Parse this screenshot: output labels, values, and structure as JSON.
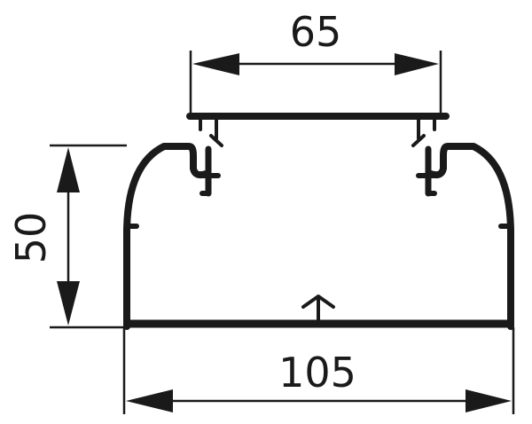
{
  "drawing": {
    "subject": "cable trunking cross-section",
    "stroke_color": "#1a1a1a",
    "background": "#ffffff"
  },
  "dimensions": {
    "top_width": {
      "label": "65",
      "orientation": "horizontal"
    },
    "height": {
      "label": "50",
      "orientation": "vertical"
    },
    "bottom_width": {
      "label": "105",
      "orientation": "horizontal"
    }
  }
}
